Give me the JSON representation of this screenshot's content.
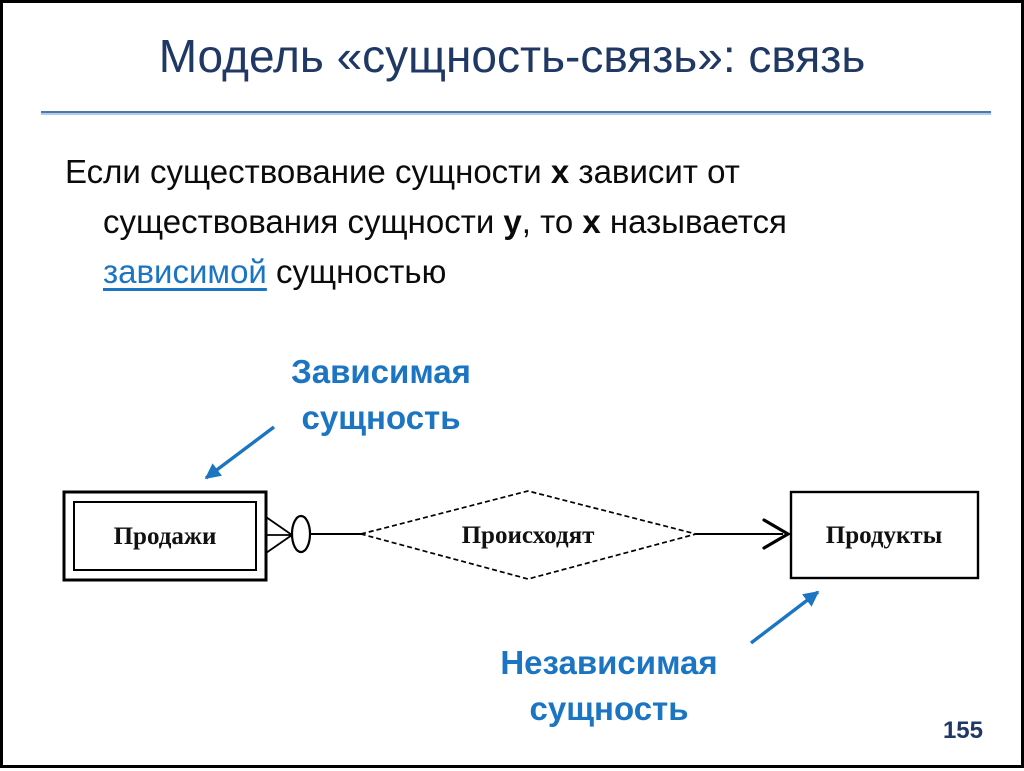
{
  "slide": {
    "title": "Модель «сущность-связь»: связь",
    "page_number": "155",
    "colors": {
      "title_navy": "#1F3864",
      "accent_blue": "#1B75C2",
      "rule_blue": "#4A79B2",
      "rule_light": "#AECBE8",
      "diagram_stroke": "#000000",
      "background": "#FFFFFF"
    }
  },
  "body": {
    "lines": [
      {
        "segments": [
          {
            "text": "Если существование сущности "
          },
          {
            "text": "x"
          },
          {
            "text": " зависит от"
          }
        ]
      },
      {
        "segments": [
          {
            "text": "существования сущности "
          },
          {
            "text": "y"
          },
          {
            "text": ", то "
          },
          {
            "text": "x"
          },
          {
            "text": " называется"
          }
        ]
      },
      {
        "segments": [
          {
            "text": "зависимой"
          },
          {
            "text": " сущностью"
          }
        ]
      }
    ]
  },
  "diagram": {
    "entity_left": "Продажи",
    "relationship": "Происходят",
    "entity_right": "Продукты",
    "label_dependent": {
      "line1": "Зависимая",
      "line2": "сущность"
    },
    "label_independent": {
      "line1": "Независимая",
      "line2": "сущность"
    }
  }
}
